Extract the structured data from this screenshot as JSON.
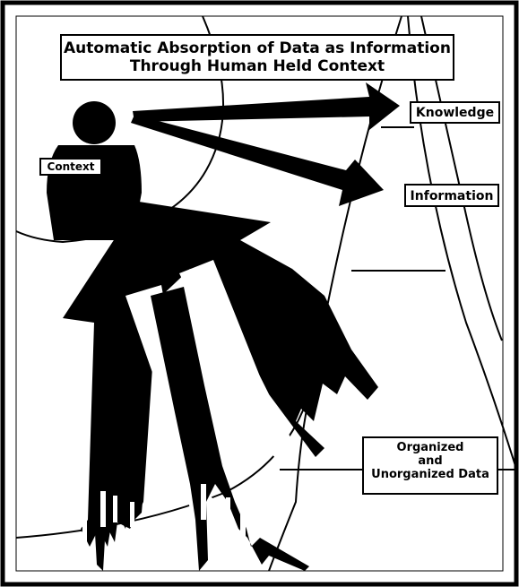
{
  "title": {
    "line1": "Automatic Absorption of Data as Information",
    "line2": "Through Human Held Context"
  },
  "labels": {
    "context": "Context",
    "knowledge": "Knowledge",
    "information": "Information",
    "data_line1": "Organized",
    "data_line2": "and",
    "data_line3": "Unorganized Data"
  },
  "colors": {
    "ink": "#000000",
    "paper": "#ffffff"
  },
  "icons": [
    "person-silhouette-icon",
    "arrow-to-knowledge",
    "arrow-to-information",
    "data-streams-arrow"
  ]
}
